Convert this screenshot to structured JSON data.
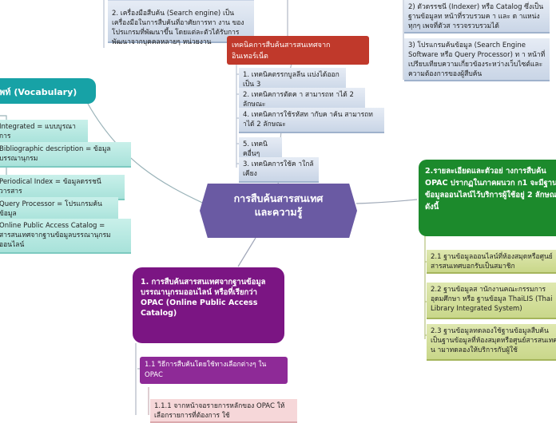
{
  "central": {
    "line1": "การสืบค้นสารสนเทศ",
    "line2": "และความรู้"
  },
  "top_branch": {
    "title": "เทคนิคการสืบค้นสารสนเทศจากอินเทอร์เน็ต",
    "search_engine_note": "2. เครื่องมือสืบค้น (Search engine) เป็นเครื่องมือในการสืบค้นที่อาศัยการทา งาน ของโปรแกรมที่พัฒนาขึ้น โดยแต่ละตัวได้รับการพัฒนาจากบุคคลหลายๆ หน่วยงาน",
    "techniques": [
      "1. เทคนิคตรรกบูลลีน แบ่งได้ออกเป็น 3",
      "2. เทคนิคการตัดค า สามารถท าได้ 2 ลักษณะ",
      "4. เทคนิคการใช้รหัสท ากับค าค้น สามารถท าได้ 2 ลักษณะ",
      "5. เทคนิคอื่นๆ",
      "3. เทคนิคการใช้ค าใกล้เคียง"
    ]
  },
  "top_right_notes": [
    "2) ตัวดรรชนี (Indexer) หรือ Catalog ซึ่งเป็นฐานข้อมูลท หน้าที่รวบรวมค า และ ด าแหน่งทุกๆ เพจที่ตัวส ารวจรวบรวมได้",
    "3) โปรแกรมค้นข้อมูล (Search Engine Software หรือ Query Processor) ท า หน้าที่เปรียบเทียบความเกี่ยวข้องระหว่างเว็บไซต์และความต้องการของผู้สืบค้น"
  ],
  "vocabulary": {
    "title": "ศัพท์ (Vocabulary)",
    "items": [
      "Integrated = แบบบูรณาการ",
      "Bibliographic description = ข้อมูลบรรณานุกรม",
      "Periodical Index = ข้อมูลดรรชนีวารสาร",
      "Query Processor = โปรแกรมค้นข้อมูล",
      "Online Public Access Catalog = สารสนเทศจากฐานข้อมูลบรรณานุกรมออนไลน์"
    ]
  },
  "opac_branch": {
    "title": "2.รายละเอียดและตัวอย่ างการสืบค้น OPAC ปรากฏในภาคผนวก ก1 จะมีฐานข้อมูลออนไลน์ไว้บริการผู้ใช้อยู่ 2 ลักษณะ ดังนี้",
    "items": [
      "2.1 ฐานข้อมูลออนไลน์ที่ห้องสมุดหรือศูนย์สารสนเทศบอกรับเป็นสมาชิก",
      "2.2 ฐานข้อมูลส านักงานคณะกรรมการอุดมศึกษา หรือ ฐานข้อมูล ThaiLIS (Thai Library Integrated System)",
      "2.3 ฐานข้อมูลทดลองใช้ฐานข้อมูลสืบค้นเป็นฐานข้อมูลที่ห้องสมุดหรือศูนย์สารสนเทศน ามาทดลองให้บริการกับผู้ใช้"
    ]
  },
  "bottom_branch": {
    "title": "1. การสืบค้นสารสนเทศจากฐานข้อมูลบรรณานุกรมออนไลน์ หรือที่เรียกว่า OPAC (Online Public Access Catalog)",
    "sub": "1.1 วิธีการสืบค้นโดยใช้ทางเลือกต่างๆ ใน OPAC",
    "subsub": "1.1.1 จากหน้าจอรายการหลักของ OPAC ให้เลือกรายการที่ต้องการ ใช้"
  },
  "colors": {
    "central": "#6a5aa3",
    "red": "#c0392b",
    "teal": "#17a2a6",
    "green": "#1c8a2c",
    "purple": "#7b1583"
  }
}
